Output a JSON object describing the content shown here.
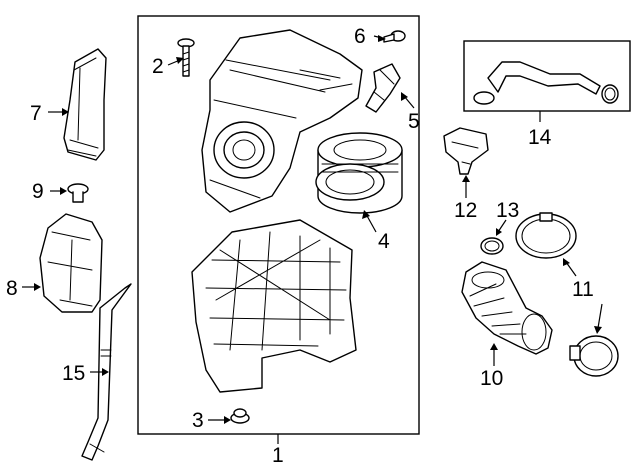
{
  "diagram": {
    "title": "Air Intake Components",
    "callouts": {
      "c1": "1",
      "c2": "2",
      "c3": "3",
      "c4": "4",
      "c5": "5",
      "c6": "6",
      "c7": "7",
      "c8": "8",
      "c9": "9",
      "c10": "10",
      "c11": "11",
      "c12": "12",
      "c13": "13",
      "c14": "14",
      "c15": "15"
    }
  }
}
